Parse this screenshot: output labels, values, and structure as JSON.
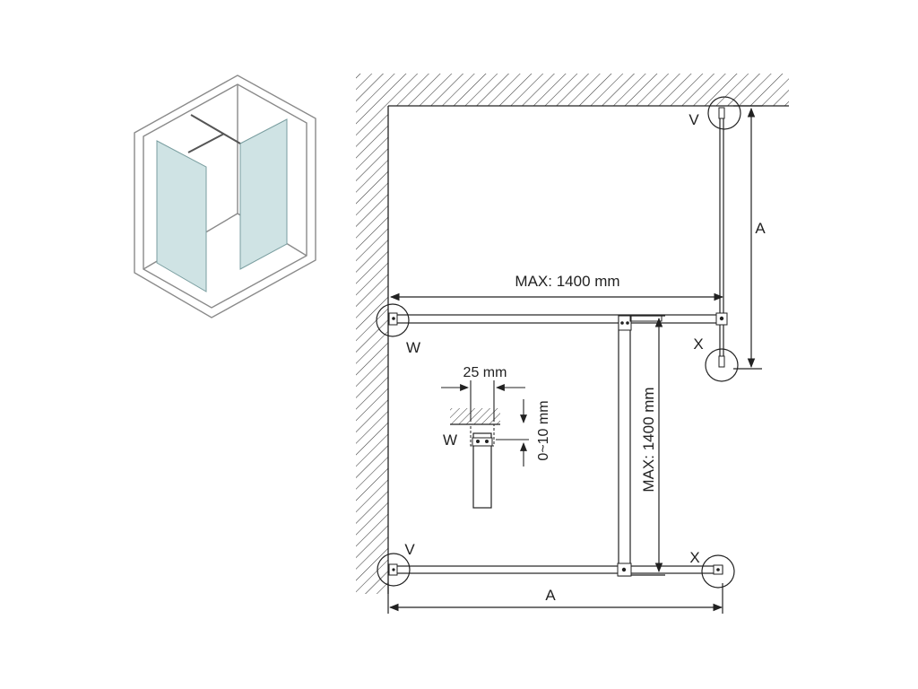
{
  "diagram": {
    "labels": {
      "max_width": "MAX: 1400 mm",
      "max_depth": "MAX: 1400 mm",
      "dim_a_right": "A",
      "dim_a_bottom": "A",
      "detail_width": "25 mm",
      "detail_gap": "0~10 mm",
      "detail_w": "W",
      "point_v_top": "V",
      "point_w_mid": "W",
      "point_x_mid": "X",
      "point_v_bottom": "V",
      "point_x_bottom": "X"
    }
  },
  "colors": {
    "line": "#2a2a2a",
    "glass": "#cfe3e4",
    "room": "#8a8a8a"
  }
}
